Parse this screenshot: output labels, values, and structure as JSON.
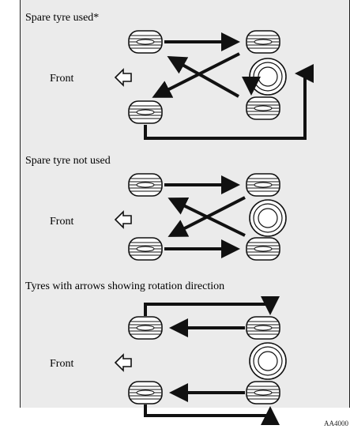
{
  "sections": [
    {
      "title": "Spare tyre used*",
      "front_label": "Front"
    },
    {
      "title": "Spare tyre not used",
      "front_label": "Front"
    },
    {
      "title": "Tyres with arrows showing rotation direction",
      "front_label": "Front"
    }
  ],
  "reference_code": "AA4000",
  "colors": {
    "panel": "#ebebeb",
    "ink": "#111111",
    "tyre_fill": "#ffffff"
  }
}
